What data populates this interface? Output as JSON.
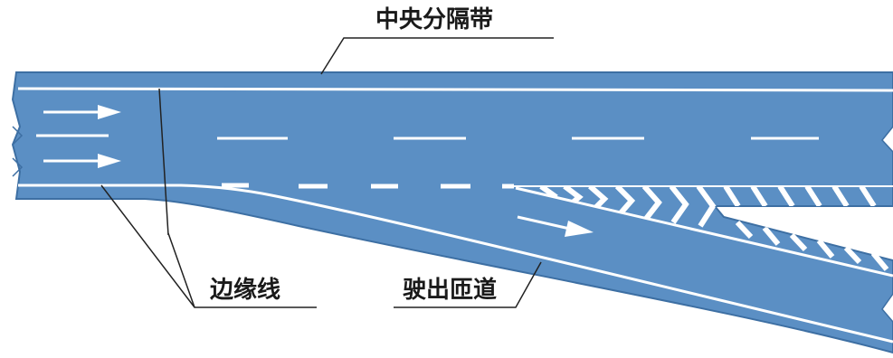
{
  "labels": {
    "central_median": "中央分隔带",
    "edge_line": "边缘线",
    "exit_ramp": "驶出匝道"
  },
  "colors": {
    "road": "#5b8fc4",
    "road_edge": "#3d6fa3",
    "marking": "#ffffff",
    "leader": "#222222",
    "background": "#ffffff"
  },
  "icons": [
    "lane-arrow-icon",
    "diverge-arrow-icon",
    "chevron-hatching"
  ]
}
